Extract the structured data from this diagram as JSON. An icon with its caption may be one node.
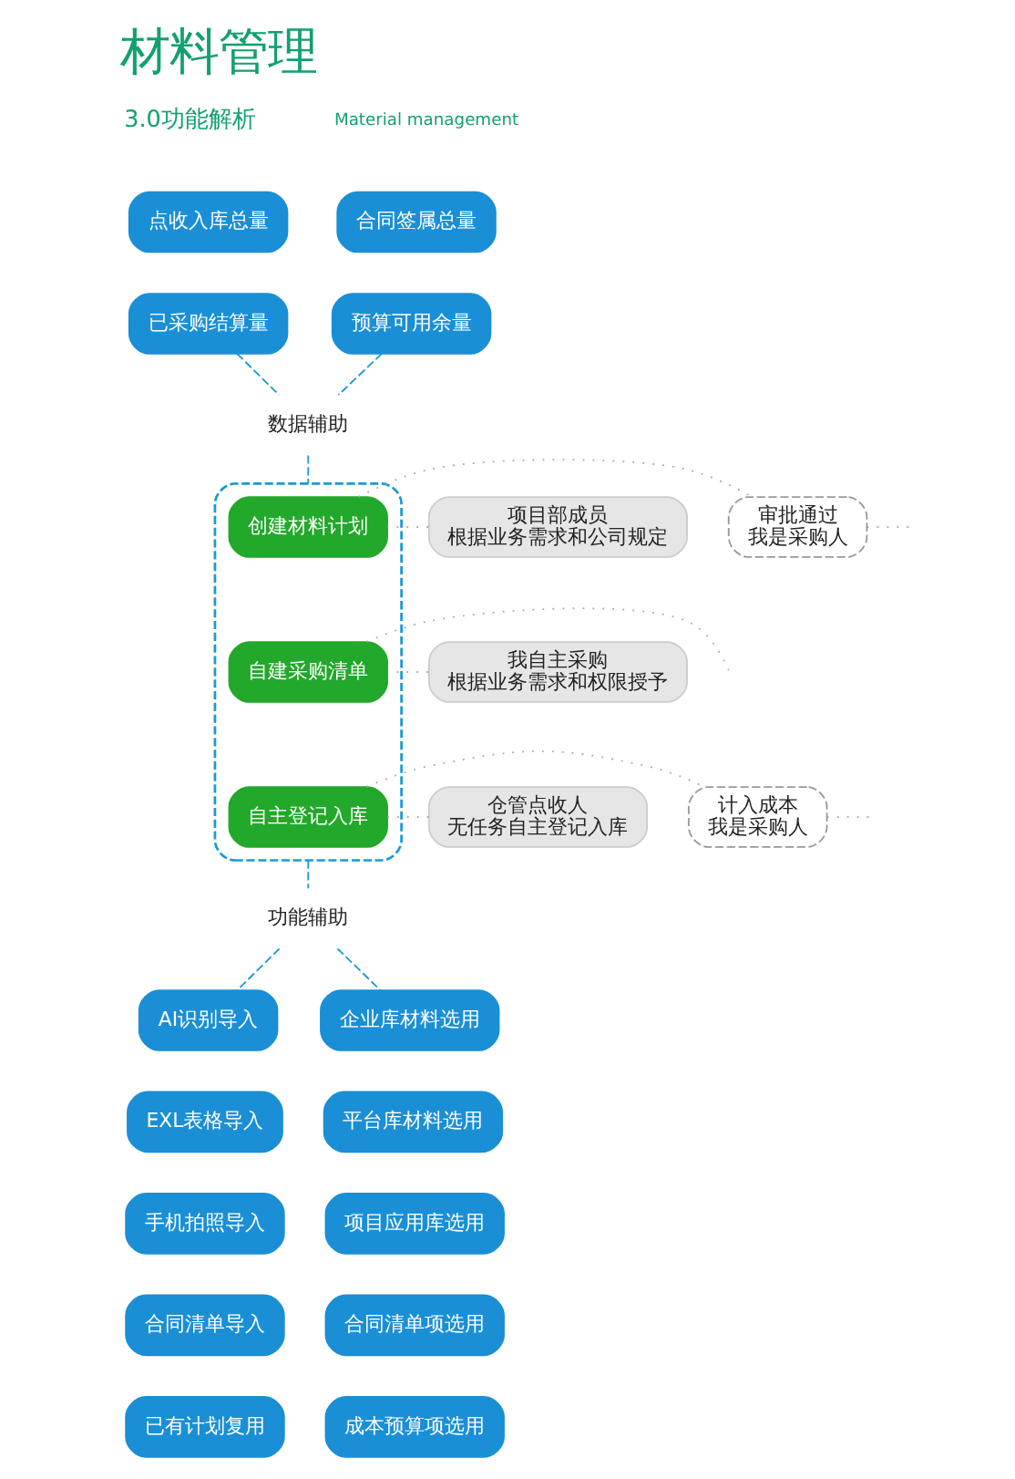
{
  "diagram": {
    "title": "材料管理",
    "nodes": [
      {
        "text": [
          "点收入库总量"
        ]
      },
      {
        "text": [
          "合同签属总量"
        ]
      },
      {
        "text": [
          "已采购结算量"
        ]
      },
      {
        "text": [
          "预算可用余量"
        ]
      },
      {
        "text": [
          "数据辅助"
        ]
      },
      {
        "text": [],
        "shape": "box"
      },
      {
        "text": [
          "创建材料计划"
        ],
        "in": 5
      },
      {
        "text": [
          "自建采购清单"
        ],
        "in": 5
      },
      {
        "text": [
          "自主登记入库"
        ],
        "in": 5
      },
      {
        "text": [
          "项目部成员",
          "根据业务需求和公司规定"
        ]
      },
      {
        "text": [
          "我自主采购",
          "根据业务需求和权限授予"
        ]
      },
      {
        "text": [
          "仓管点收人",
          "无任务自主登记入库"
        ]
      },
      {
        "text": [
          "审批通过",
          "我是采购人"
        ]
      },
      {
        "text": [
          "计入成本",
          "我是采购人"
        ]
      },
      {
        "text": [
          "功能辅助"
        ]
      },
      {
        "text": [
          "AI识别导入"
        ]
      },
      {
        "text": [
          "EXL表格导入"
        ]
      },
      {
        "text": [
          "手机拍照导入"
        ]
      },
      {
        "text": [
          "合同清单导入"
        ]
      },
      {
        "text": [
          "已有计划复用"
        ]
      },
      {
        "text": [
          "企业库材料选用"
        ]
      },
      {
        "text": [
          "平台库材料选用"
        ]
      },
      {
        "text": [
          "项目应用库选用"
        ]
      },
      {
        "text": [
          "合同清单项选用"
        ]
      },
      {
        "text": [
          "成本预算项选用"
        ]
      }
    ],
    "edges": [
      {
        "from": 2,
        "to": 4,
        "arrow": "none",
        "style": "dashed",
        "color": "#1a9ad6"
      },
      {
        "from": 3,
        "to": 4,
        "arrow": "none",
        "style": "dashed",
        "color": "#1a9ad6"
      },
      {
        "from": 4,
        "to": 5,
        "arrow": "none",
        "style": "dashed",
        "color": "#1a9ad6"
      },
      {
        "from": 9,
        "to": 6,
        "arrow": "none"
      },
      {
        "from": 6,
        "to": 12,
        "arrow": "none"
      },
      {
        "from": 12,
        "to": null,
        "arrow": "none"
      },
      {
        "from": 10,
        "to": 7,
        "arrow": "none"
      },
      {
        "from": 7,
        "to": null,
        "arrow": "none"
      },
      {
        "from": 11,
        "to": 8,
        "arrow": "none"
      },
      {
        "from": 8,
        "to": 13,
        "arrow": "none"
      },
      {
        "from": 13,
        "to": null,
        "arrow": "none"
      },
      {
        "from": 5,
        "to": 14,
        "arrow": "none",
        "style": "dashed",
        "color": "#1a9ad6"
      },
      {
        "from": 14,
        "to": 15,
        "arrow": "none",
        "style": "dashed",
        "color": "#1a9ad6"
      },
      {
        "from": 14,
        "to": 20,
        "arrow": "none",
        "style": "dashed",
        "color": "#1a9ad6"
      }
    ],
    "labels": [
      "3.0功能解析",
      "Material management"
    ]
  }
}
